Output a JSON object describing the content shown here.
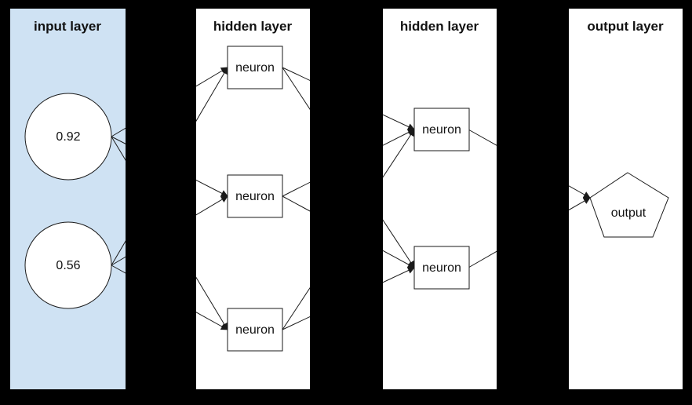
{
  "background_color": "#000000",
  "colors": {
    "input_panel_fill": "#cfe2f3",
    "panel_fill": "#ffffff",
    "shape_fill": "#ffffff",
    "line_color": "#1a1a1a",
    "text_color": "#111111"
  },
  "diagram": {
    "type": "neural-network",
    "layers": [
      {
        "title": "input layer",
        "panel_color": "#cfe2f3",
        "nodes": [
          {
            "id": "in1",
            "shape": "circle",
            "label": "0.92"
          },
          {
            "id": "in2",
            "shape": "circle",
            "label": "0.56"
          }
        ]
      },
      {
        "title": "hidden layer",
        "panel_color": "#ffffff",
        "nodes": [
          {
            "id": "h1n1",
            "shape": "rect",
            "label": "neuron"
          },
          {
            "id": "h1n2",
            "shape": "rect",
            "label": "neuron"
          },
          {
            "id": "h1n3",
            "shape": "rect",
            "label": "neuron"
          }
        ]
      },
      {
        "title": "hidden layer",
        "panel_color": "#ffffff",
        "nodes": [
          {
            "id": "h2n1",
            "shape": "rect",
            "label": "neuron"
          },
          {
            "id": "h2n2",
            "shape": "rect",
            "label": "neuron"
          }
        ]
      },
      {
        "title": "output layer",
        "panel_color": "#ffffff",
        "nodes": [
          {
            "id": "out1",
            "shape": "pentagon",
            "label": "output"
          }
        ]
      }
    ],
    "edges": [
      {
        "from": "in1",
        "to": "h1n1"
      },
      {
        "from": "in1",
        "to": "h1n2"
      },
      {
        "from": "in1",
        "to": "h1n3"
      },
      {
        "from": "in2",
        "to": "h1n1"
      },
      {
        "from": "in2",
        "to": "h1n2"
      },
      {
        "from": "in2",
        "to": "h1n3"
      },
      {
        "from": "h1n1",
        "to": "h2n1"
      },
      {
        "from": "h1n1",
        "to": "h2n2"
      },
      {
        "from": "h1n2",
        "to": "h2n1"
      },
      {
        "from": "h1n2",
        "to": "h2n2"
      },
      {
        "from": "h1n3",
        "to": "h2n1"
      },
      {
        "from": "h1n3",
        "to": "h2n2"
      },
      {
        "from": "h2n1",
        "to": "out1"
      },
      {
        "from": "h2n2",
        "to": "out1"
      }
    ]
  }
}
